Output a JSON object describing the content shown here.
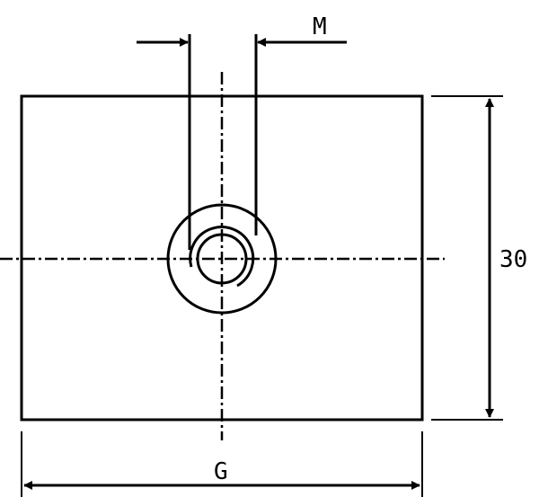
{
  "drawing": {
    "labels": {
      "slot_width": "M",
      "height_dimension": "30",
      "width_dimension": "G"
    },
    "colors": {
      "line": "#000000",
      "background": "#ffffff"
    }
  }
}
